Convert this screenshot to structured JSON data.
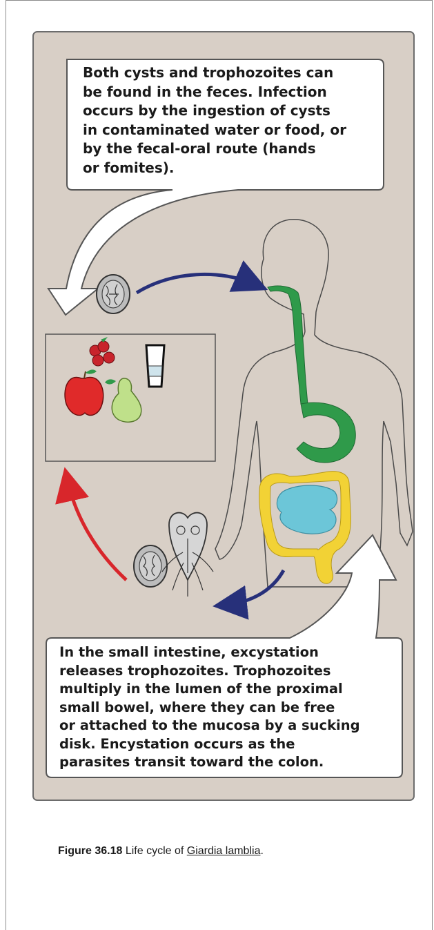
{
  "callouts": {
    "top": "Both cysts and trophozoites can\nbe found in the feces. Infection\noccurs by the ingestion of cysts\nin contaminated water or food, or\nby the fecal-oral route (hands\nor fomites).",
    "bottom": "In the small intestine, excystation\nreleases trophozoites. Trophozoites\nmultiply in the lumen of the proximal\nsmall bowel, where they can be free\nor attached to the mucosa by a sucking\ndisk. Encystation occurs as the\nparasites transit toward the colon."
  },
  "caption": {
    "figure_number": "Figure 36.18",
    "text_before": " Life cycle of ",
    "species": "Giardia lamblia",
    "text_after": "."
  },
  "colors": {
    "panel_background": "#d8cfc6",
    "digestive_tract": "#2f9a4a",
    "large_intestine": "#f2d235",
    "small_intestine": "#6cc6d8",
    "arrow_blue": "#27307a",
    "arrow_red": "#d8262b"
  },
  "icons": {
    "cyst": "giardia-cyst-icon",
    "trophozoite": "giardia-trophozoite-icon",
    "apple": "apple-icon",
    "pear": "pear-icon",
    "raspberries": "raspberry-icon",
    "water_glass": "water-glass-icon"
  }
}
